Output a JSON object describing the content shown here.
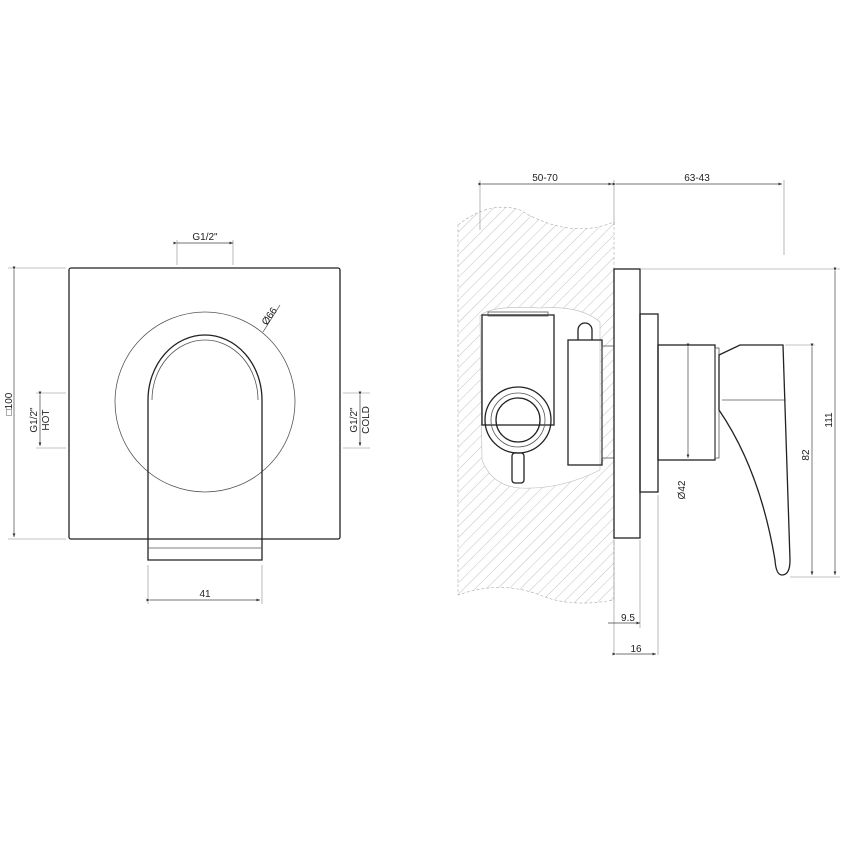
{
  "front_view": {
    "top_connection": "G1/2\"",
    "hot_connection": {
      "size": "G1/2\"",
      "label": "HOT"
    },
    "cold_connection": {
      "size": "G1/2\"",
      "label": "COLD"
    },
    "plate_size": "□100",
    "rosette_diameter": "Ø66",
    "handle_width": "41"
  },
  "side_view": {
    "wall_depth": "50-70",
    "projection": "63-43",
    "total_height": "111",
    "handle_height": "82",
    "spindle_diameter": "Ø42",
    "plate_offset": "9.5",
    "rosette_offset": "16"
  },
  "colors": {
    "line": "#222222",
    "hatch": "#999999",
    "background": "#ffffff"
  }
}
